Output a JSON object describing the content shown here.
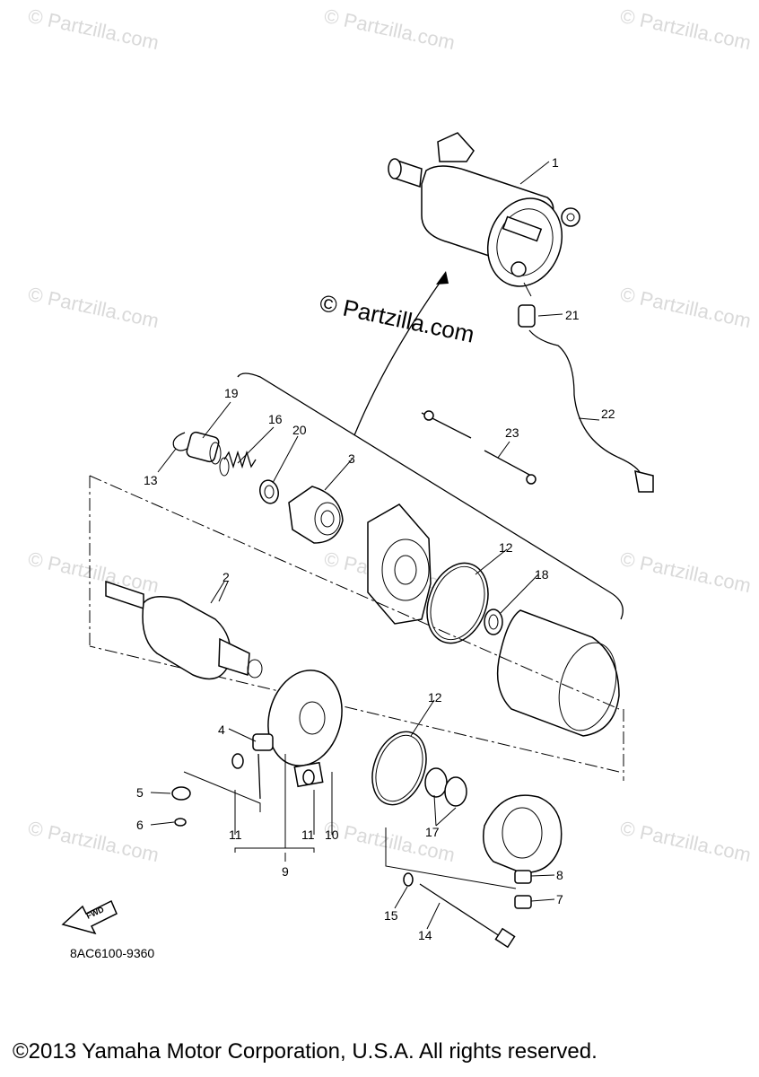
{
  "watermark": "© Partzilla.com",
  "center_watermark": "© Partzilla.com",
  "fwd_label": "FWD",
  "reference_code": "8AC6100-9360",
  "copyright": "©2013 Yamaha Motor Corporation, U.S.A. All rights reserved.",
  "parts": {
    "p1": "1",
    "p2": "2",
    "p3": "3",
    "p4": "4",
    "p5": "5",
    "p6": "6",
    "p7": "7",
    "p8": "8",
    "p9": "9",
    "p10": "10",
    "p11a": "11",
    "p11b": "11",
    "p12a": "12",
    "p12b": "12",
    "p13": "13",
    "p14": "14",
    "p15": "15",
    "p16": "16",
    "p17": "17",
    "p18": "18",
    "p19": "19",
    "p20": "20",
    "p21": "21",
    "p22": "22",
    "p23": "23"
  }
}
